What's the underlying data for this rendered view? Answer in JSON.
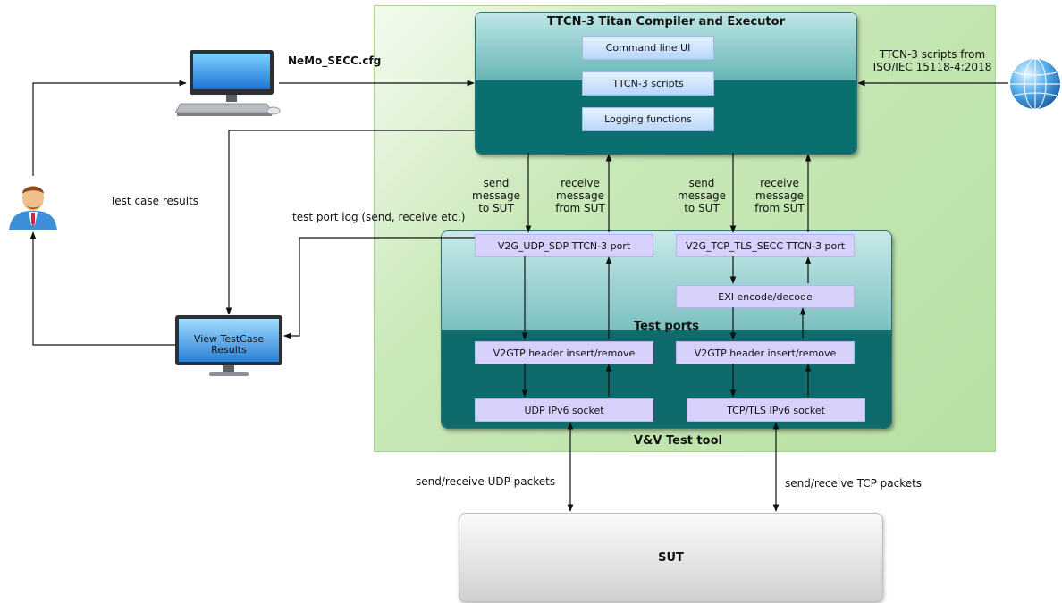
{
  "tool": {
    "label": "V&V Test tool"
  },
  "compiler": {
    "title": "TTCN-3 Titan Compiler and Executor",
    "items": [
      "Command line UI",
      "TTCN-3 scripts",
      "Logging functions"
    ]
  },
  "ports": {
    "title": "Test ports",
    "udp_port": "V2G_UDP_SDP TTCN-3 port",
    "tcp_port": "V2G_TCP_TLS_SECC TTCN-3 port",
    "exi": "EXI encode/decode",
    "v2gtp_left": "V2GTP header insert/remove",
    "v2gtp_right": "V2GTP header insert/remove",
    "udp_socket": "UDP IPv6 socket",
    "tcp_socket": "TCP/TLS IPv6 socket"
  },
  "labels": {
    "cfg": "NeMo_SECC.cfg",
    "scripts_from": [
      "TTCN-3 scripts from",
      "ISO/IEC 15118-4:2018"
    ],
    "test_case_results": "Test case results",
    "test_port_log": "test port log (send, receive etc.)",
    "send_left": [
      "send",
      "message",
      "to SUT"
    ],
    "receive_left": [
      "receive",
      "message",
      "from SUT"
    ],
    "send_right": [
      "send",
      "message",
      "to SUT"
    ],
    "receive_right": [
      "receive",
      "message",
      "from SUT"
    ],
    "udp_packets": "send/receive UDP packets",
    "tcp_packets": "send/receive TCP packets"
  },
  "viewer": {
    "label": [
      "View TestCase",
      "Results"
    ]
  },
  "sut": {
    "label": "SUT"
  }
}
